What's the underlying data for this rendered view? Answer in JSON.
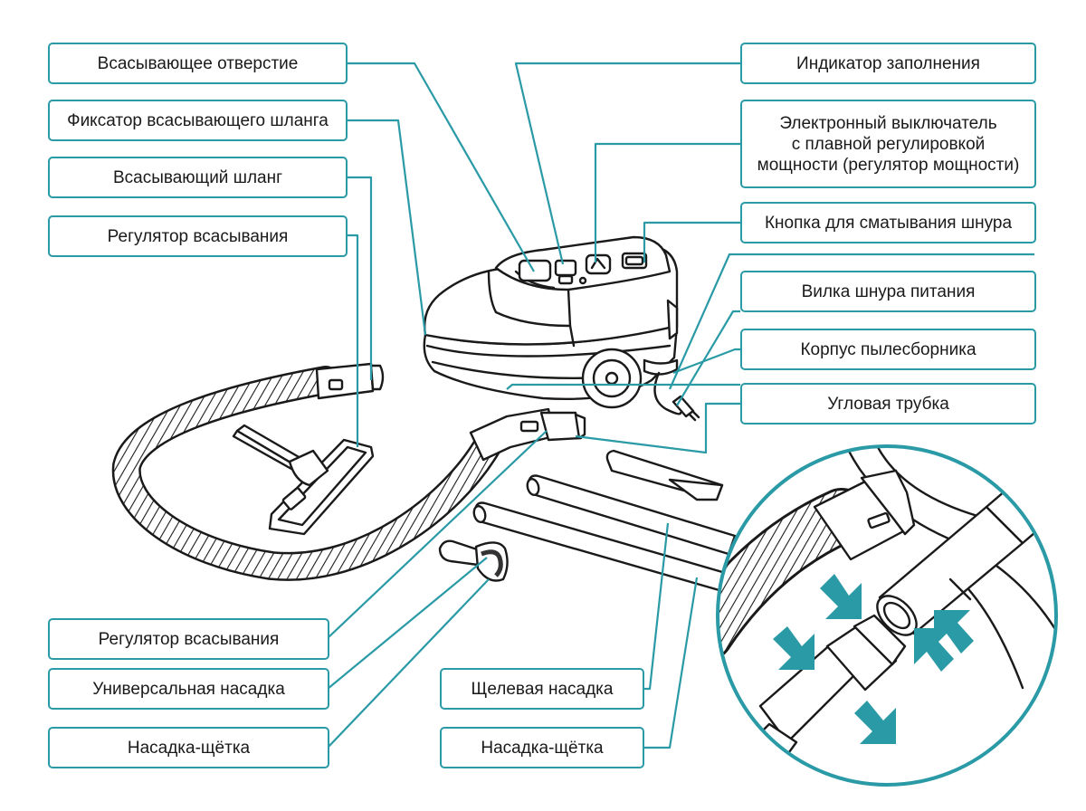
{
  "accent_color": "#2a9aa6",
  "labels": {
    "suction_opening": "Всасывающее отверстие",
    "hose_lock": "Фиксатор всасывающего шланга",
    "suction_hose": "Всасывающий шланг",
    "suction_regulator_top": "Регулятор всасывания",
    "fill_indicator": "Индикатор заполнения",
    "power_switch": "Электронный выключатель\nс плавной регулировкой\nмощности (регулятор мощности)",
    "cord_rewind_button": "Кнопка для сматывания шнура",
    "power_plug": "Вилка шнура питания",
    "body": "Корпус пылесборника",
    "angle_tube": "Угловая трубка",
    "suction_regulator_bottom": "Регулятор всасывания",
    "universal_nozzle": "Универсальная насадка",
    "brush_nozzle_left": "Насадка-щётка",
    "crevice_nozzle": "Щелевая насадка",
    "brush_nozzle_right": "Насадка-щётка"
  }
}
